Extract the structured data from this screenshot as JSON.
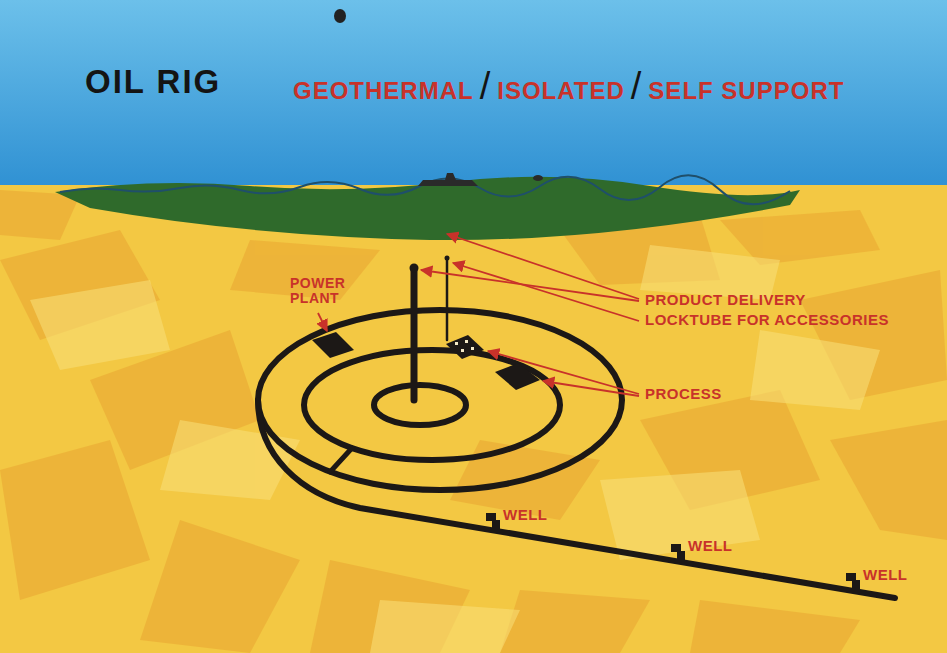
{
  "diagram": {
    "title": "OIL RIG",
    "labels": [
      "GEOTHERMAL",
      "/",
      "ISOLATED",
      "/",
      "SELF SUPPORT",
      "POWER PLANT",
      "PRODUCT DELIVERY",
      "LOCKTUBE FOR ACCESSORIES",
      "PROCESS",
      "WELL",
      "WELL",
      "WELL"
    ]
  }
}
